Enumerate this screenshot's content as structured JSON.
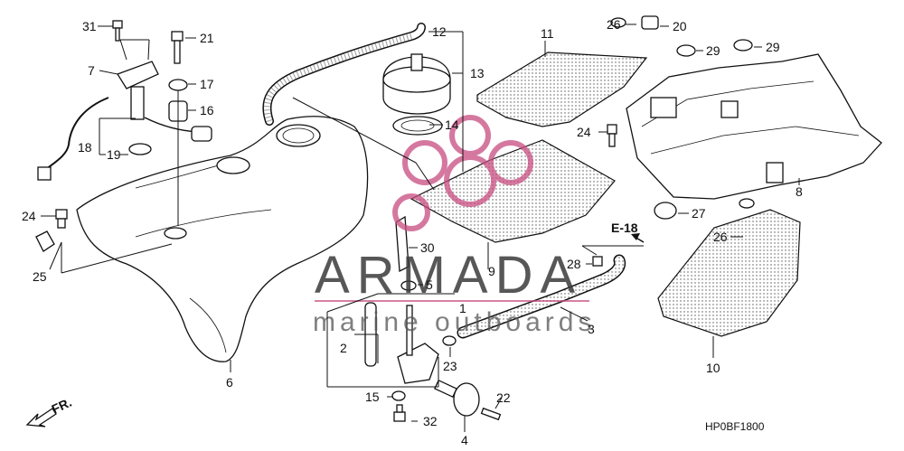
{
  "diagram": {
    "code": "HP0BF1800",
    "ref_label": "E-18",
    "front_label": "FR.",
    "watermark": {
      "brand": "ARMADA",
      "tagline": "marine outboards"
    },
    "callouts": {
      "c1": "1",
      "c2": "2",
      "c3": "3",
      "c4": "4",
      "c5": "5",
      "c6": "6",
      "c7": "7",
      "c8": "8",
      "c9": "9",
      "c10": "10",
      "c11": "11",
      "c12": "12",
      "c13": "13",
      "c14": "14",
      "c15": "15",
      "c16": "16",
      "c17": "17",
      "c18": "18",
      "c19": "19",
      "c20": "20",
      "c21": "21",
      "c22": "22",
      "c23": "23",
      "c24a": "24",
      "c24b": "24",
      "c25": "25",
      "c26a": "26",
      "c26b": "26",
      "c27": "27",
      "c28": "28",
      "c29a": "29",
      "c29b": "29",
      "c30": "30",
      "c31": "31",
      "c32": "32"
    }
  }
}
